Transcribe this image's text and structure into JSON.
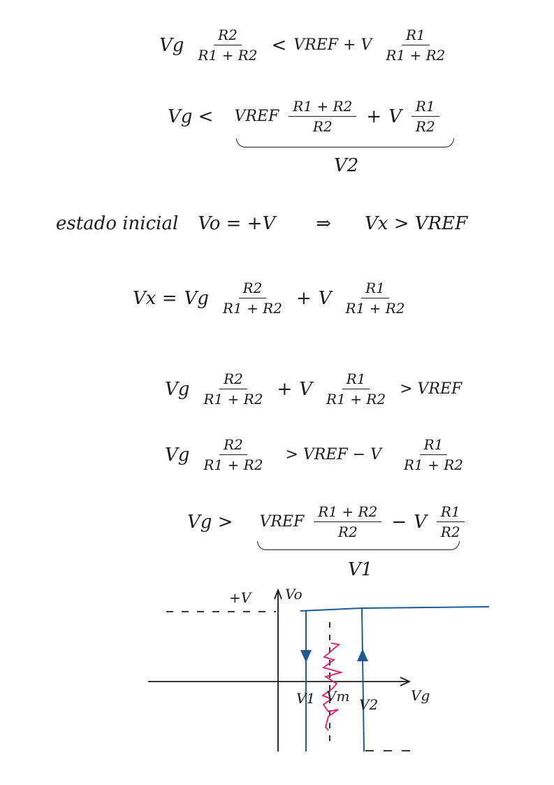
{
  "eq1": {
    "lhs": "Vg",
    "f1": {
      "num": "R2",
      "den": "R1 + R2"
    },
    "op": "<",
    "mid": "VREF + V",
    "f2": {
      "num": "R1",
      "den": "R1 + R2"
    }
  },
  "eq2": {
    "lhs": "Vg <",
    "t1": "VREF",
    "f1": {
      "num": "R1 + R2",
      "den": "R2"
    },
    "op": "+",
    "t2": "V",
    "f2": {
      "num": "R1",
      "den": "R2"
    },
    "brace_label": "V2"
  },
  "eq3": {
    "text": "estado inicial",
    "v0": "Vo = +V",
    "arrow": "⇒",
    "result": "Vx > VREF"
  },
  "eq4": {
    "lhs": "Vx =",
    "t1": "Vg",
    "f1": {
      "num": "R2",
      "den": "R1 + R2"
    },
    "op": "+",
    "t2": "V",
    "f2": {
      "num": "R1",
      "den": "R1 + R2"
    }
  },
  "eq5": {
    "t1": "Vg",
    "f1": {
      "num": "R2",
      "den": "R1 + R2"
    },
    "op": "+",
    "t2": "V",
    "f2": {
      "num": "R1",
      "den": "R1 + R2"
    },
    "rhs": "> VREF"
  },
  "eq6": {
    "t1": "Vg",
    "f1": {
      "num": "R2",
      "den": "R1 + R2"
    },
    "mid": "> VREF − V",
    "f2": {
      "num": "R1",
      "den": "R1 + R2"
    }
  },
  "eq7": {
    "lhs": "Vg >",
    "t1": "VREF",
    "f1": {
      "num": "R1 + R2",
      "den": "R2"
    },
    "op": "−",
    "t2": "V",
    "f2": {
      "num": "R1",
      "den": "R2"
    },
    "brace_label": "V1"
  },
  "graph": {
    "y_axis": "Vo",
    "x_axis": "Vg",
    "plus_v": "+V",
    "v1": "V1",
    "vm": "Vm",
    "v2": "V2",
    "colors": {
      "ink": "#1c1c1c",
      "curve": "#1f5a96",
      "noise": "#e8196b"
    }
  }
}
